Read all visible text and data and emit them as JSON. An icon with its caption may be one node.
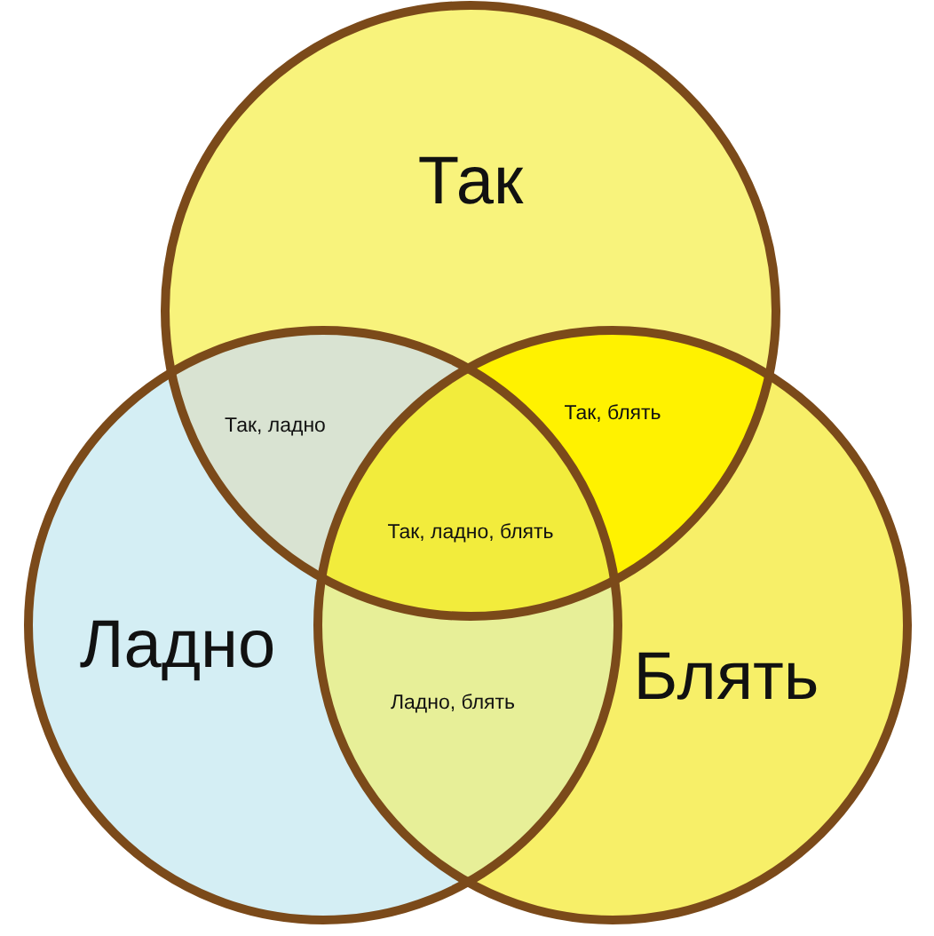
{
  "diagram": {
    "nodes": [
      {
        "text": [
          "Так"
        ]
      },
      {
        "text": [
          "Ладно"
        ]
      },
      {
        "text": [
          "Блять"
        ]
      }
    ],
    "labels": [
      "Так, ладно",
      "Так, блять",
      "Так, ладно, блять",
      "Ладно, блять"
    ]
  }
}
